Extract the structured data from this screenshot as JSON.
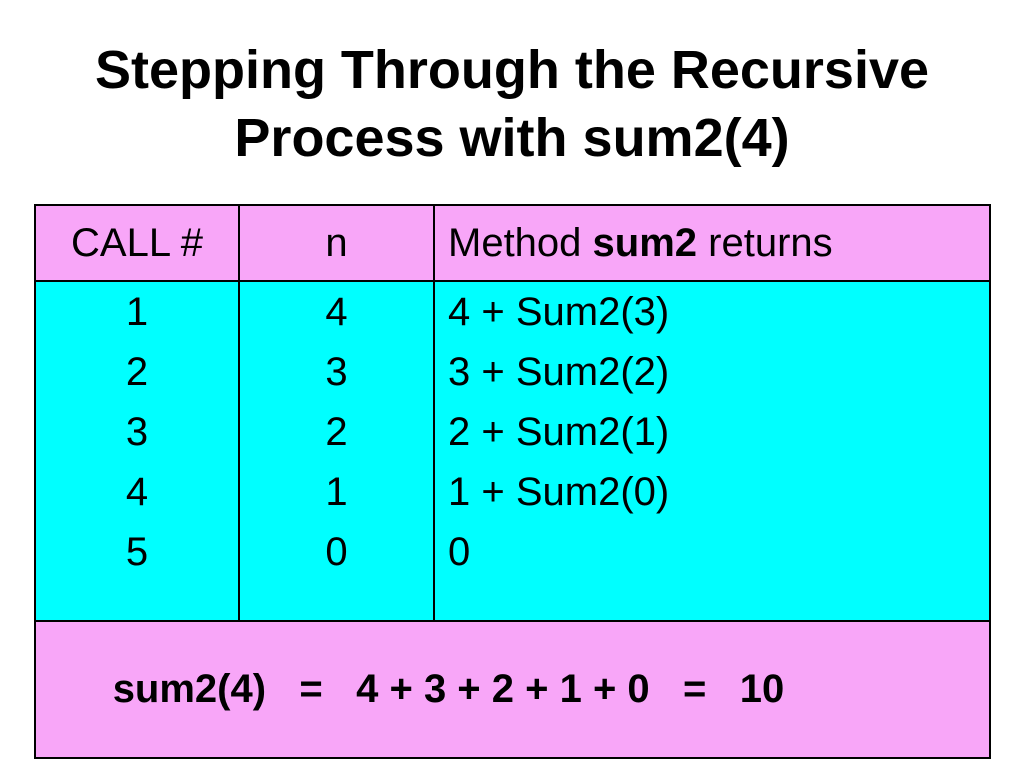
{
  "title": {
    "line1": "Stepping Through the Recursive",
    "line2": "Process with sum2(4)"
  },
  "table": {
    "header": {
      "call": "CALL #",
      "n": "n",
      "returns_prefix": "Method ",
      "returns_bold": "sum2",
      "returns_suffix": " returns"
    },
    "calls": [
      "1",
      "2",
      "3",
      "4",
      "5"
    ],
    "n_values": [
      "4",
      "3",
      "2",
      "1",
      "0"
    ],
    "returns": [
      "4 + Sum2(3)",
      "3 + Sum2(2)",
      "2 + Sum2(1)",
      "1 + Sum2(0)",
      "0"
    ],
    "summary": "sum2(4)   =   4 + 3 + 2 + 1 + 0   =   10"
  },
  "colors": {
    "header_bg": "#f8a6f8",
    "body_bg": "#00ffff",
    "footer_bg": "#f8a6f8"
  }
}
